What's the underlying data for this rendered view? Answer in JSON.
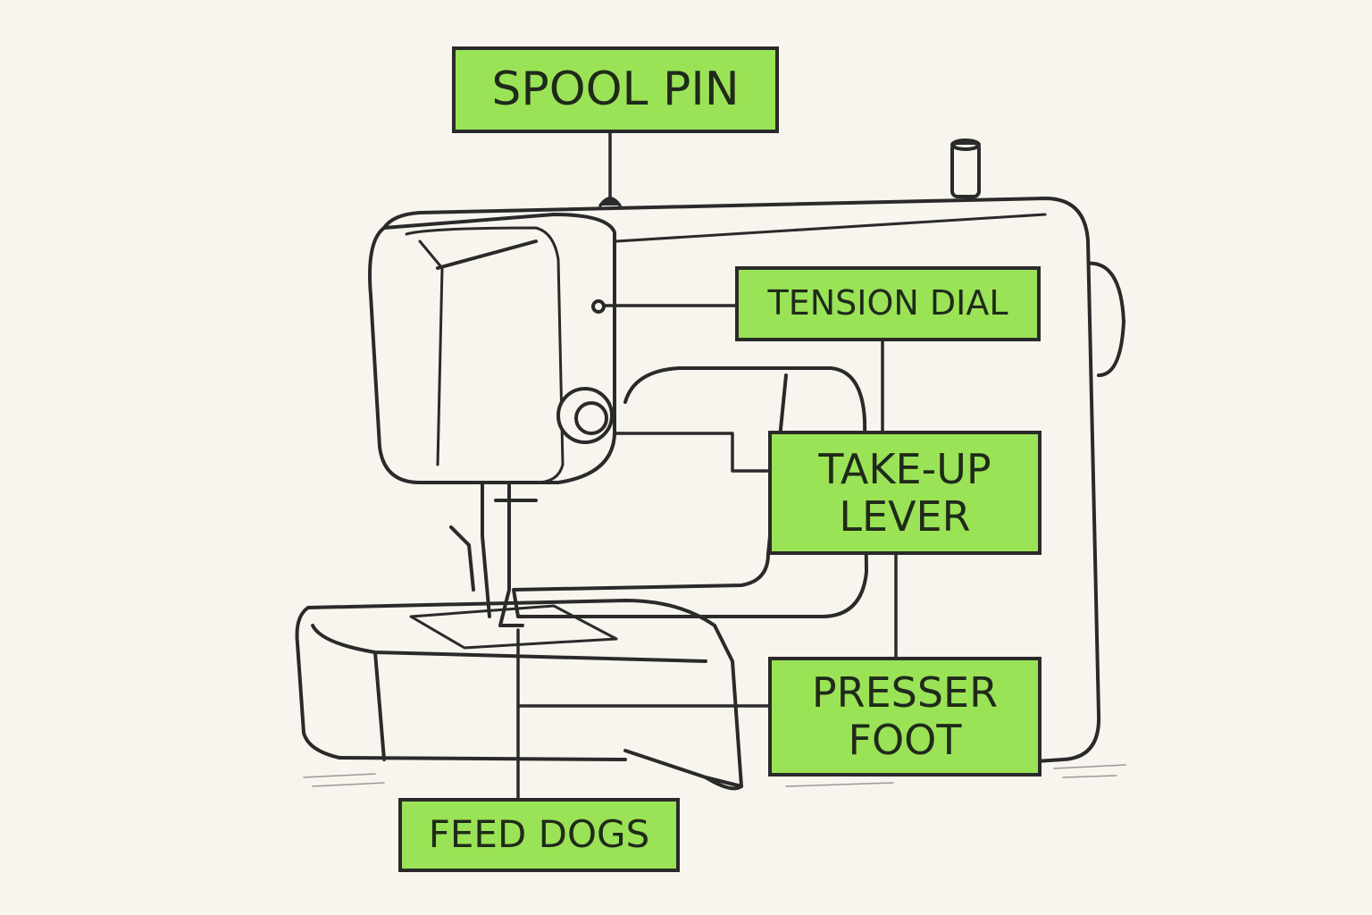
{
  "labels": {
    "spool_pin": "SPOOL PIN",
    "tension_dial": "TENSION DIAL",
    "take_up_lever": "TAKE-UP\nLEVER",
    "presser_foot": "PRESSER\nFOOT",
    "feed_dogs": "FEED DOGS"
  },
  "colors": {
    "label_fill": "#9be356",
    "outline": "#2a2a2a",
    "background": "#f8f5ee"
  }
}
